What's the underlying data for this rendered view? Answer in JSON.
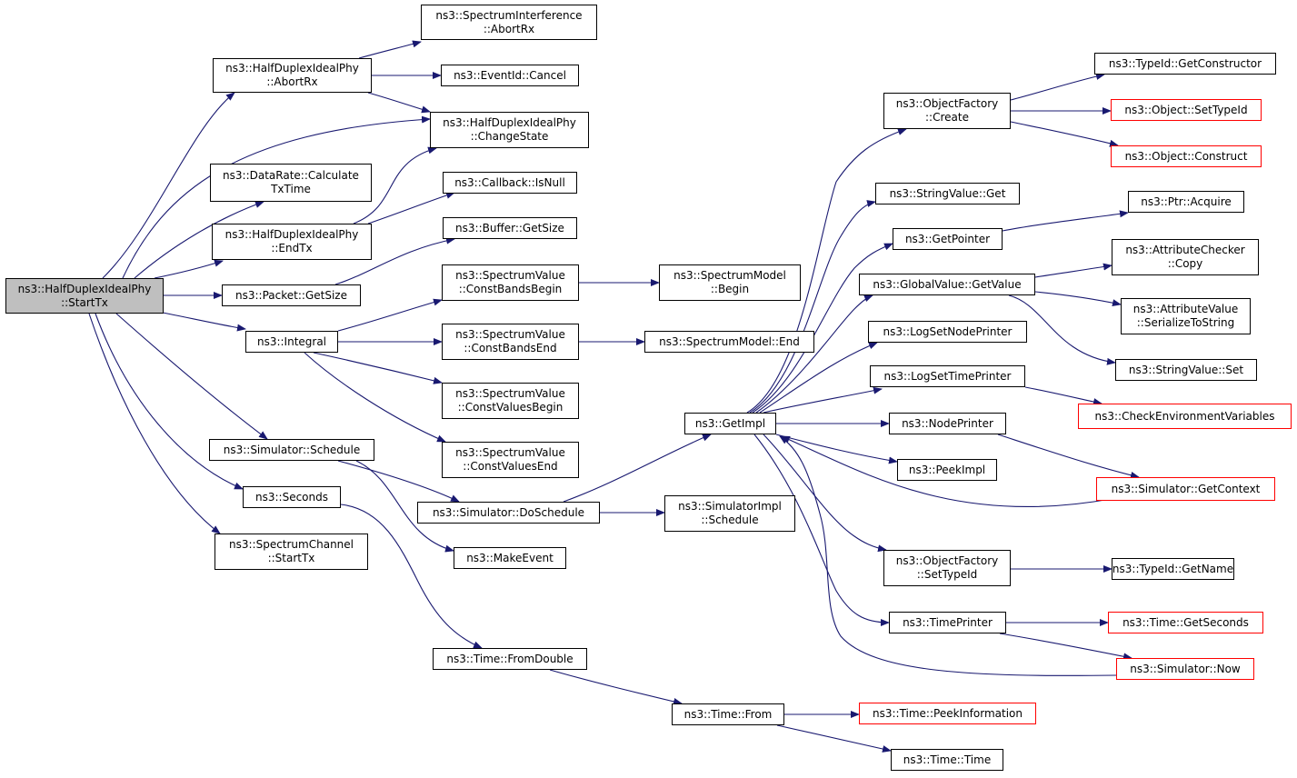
{
  "colors": {
    "edge": "#191970",
    "border": "#000000",
    "truncated_border": "#ff0000",
    "root_fill": "#bfbfbf",
    "fill": "#ffffff"
  },
  "nodes": [
    {
      "id": "starttx",
      "lines": [
        "ns3::HalfDuplexIdealPhy",
        "::StartTx"
      ],
      "root": true
    },
    {
      "id": "abortrx",
      "lines": [
        "ns3::HalfDuplexIdealPhy",
        "::AbortRx"
      ]
    },
    {
      "id": "calctx",
      "lines": [
        "ns3::DataRate::Calculate",
        "TxTime"
      ]
    },
    {
      "id": "endtx",
      "lines": [
        "ns3::HalfDuplexIdealPhy",
        "::EndTx"
      ]
    },
    {
      "id": "pktsize",
      "lines": [
        "ns3::Packet::GetSize"
      ]
    },
    {
      "id": "integral",
      "lines": [
        "ns3::Integral"
      ]
    },
    {
      "id": "simsched",
      "lines": [
        "ns3::Simulator::Schedule"
      ]
    },
    {
      "id": "seconds",
      "lines": [
        "ns3::Seconds"
      ]
    },
    {
      "id": "chanstart",
      "lines": [
        "ns3::SpectrumChannel",
        "::StartTx"
      ]
    },
    {
      "id": "intfabort",
      "lines": [
        "ns3::SpectrumInterference",
        "::AbortRx"
      ]
    },
    {
      "id": "cancel",
      "lines": [
        "ns3::EventId::Cancel"
      ]
    },
    {
      "id": "chstate",
      "lines": [
        "ns3::HalfDuplexIdealPhy",
        "::ChangeState"
      ]
    },
    {
      "id": "isnull",
      "lines": [
        "ns3::Callback::IsNull"
      ]
    },
    {
      "id": "bufsize",
      "lines": [
        "ns3::Buffer::GetSize"
      ]
    },
    {
      "id": "cbb",
      "lines": [
        "ns3::SpectrumValue",
        "::ConstBandsBegin"
      ]
    },
    {
      "id": "cbe",
      "lines": [
        "ns3::SpectrumValue",
        "::ConstBandsEnd"
      ]
    },
    {
      "id": "cvb",
      "lines": [
        "ns3::SpectrumValue",
        "::ConstValuesBegin"
      ]
    },
    {
      "id": "cve",
      "lines": [
        "ns3::SpectrumValue",
        "::ConstValuesEnd"
      ]
    },
    {
      "id": "dosched",
      "lines": [
        "ns3::Simulator::DoSchedule"
      ]
    },
    {
      "id": "mkevent",
      "lines": [
        "ns3::MakeEvent"
      ]
    },
    {
      "id": "fromdbl",
      "lines": [
        "ns3::Time::FromDouble"
      ]
    },
    {
      "id": "smbegin",
      "lines": [
        "ns3::SpectrumModel",
        "::Begin"
      ]
    },
    {
      "id": "smend",
      "lines": [
        "ns3::SpectrumModel::End"
      ]
    },
    {
      "id": "implsched",
      "lines": [
        "ns3::SimulatorImpl",
        "::Schedule"
      ]
    },
    {
      "id": "timefrom",
      "lines": [
        "ns3::Time::From"
      ]
    },
    {
      "id": "getimpl",
      "lines": [
        "ns3::GetImpl"
      ]
    },
    {
      "id": "ofcreate",
      "lines": [
        "ns3::ObjectFactory",
        "::Create"
      ]
    },
    {
      "id": "svget",
      "lines": [
        "ns3::StringValue::Get"
      ]
    },
    {
      "id": "getptr",
      "lines": [
        "ns3::GetPointer"
      ]
    },
    {
      "id": "gvget",
      "lines": [
        "ns3::GlobalValue::GetValue"
      ]
    },
    {
      "id": "lognode",
      "lines": [
        "ns3::LogSetNodePrinter"
      ]
    },
    {
      "id": "logtime",
      "lines": [
        "ns3::LogSetTimePrinter"
      ]
    },
    {
      "id": "nodeprinter",
      "lines": [
        "ns3::NodePrinter"
      ]
    },
    {
      "id": "peekimpl",
      "lines": [
        "ns3::PeekImpl"
      ]
    },
    {
      "id": "ofsettid",
      "lines": [
        "ns3::ObjectFactory",
        "::SetTypeId"
      ]
    },
    {
      "id": "timeprinter",
      "lines": [
        "ns3::TimePrinter"
      ]
    },
    {
      "id": "peekinfo",
      "lines": [
        "ns3::Time::PeekInformation"
      ],
      "truncated": true
    },
    {
      "id": "timetime",
      "lines": [
        "ns3::Time::Time"
      ]
    },
    {
      "id": "getctor",
      "lines": [
        "ns3::TypeId::GetConstructor"
      ]
    },
    {
      "id": "objsettid",
      "lines": [
        "ns3::Object::SetTypeId"
      ],
      "truncated": true
    },
    {
      "id": "objconstruct",
      "lines": [
        "ns3::Object::Construct"
      ],
      "truncated": true
    },
    {
      "id": "ptracq",
      "lines": [
        "ns3::Ptr::Acquire"
      ]
    },
    {
      "id": "acopy",
      "lines": [
        "ns3::AttributeChecker",
        "::Copy"
      ]
    },
    {
      "id": "aser",
      "lines": [
        "ns3::AttributeValue",
        "::SerializeToString"
      ]
    },
    {
      "id": "svset",
      "lines": [
        "ns3::StringValue::Set"
      ]
    },
    {
      "id": "chkenv",
      "lines": [
        "ns3::CheckEnvironmentVariables"
      ],
      "truncated": true
    },
    {
      "id": "getctx",
      "lines": [
        "ns3::Simulator::GetContext"
      ],
      "truncated": true
    },
    {
      "id": "getname",
      "lines": [
        "ns3::TypeId::GetName"
      ]
    },
    {
      "id": "getsecs",
      "lines": [
        "ns3::Time::GetSeconds"
      ],
      "truncated": true
    },
    {
      "id": "simnow",
      "lines": [
        "ns3::Simulator::Now"
      ],
      "truncated": true
    }
  ],
  "edges": [
    [
      "starttx",
      "abortrx"
    ],
    [
      "starttx",
      "chstate"
    ],
    [
      "starttx",
      "calctx"
    ],
    [
      "starttx",
      "endtx"
    ],
    [
      "starttx",
      "pktsize"
    ],
    [
      "starttx",
      "integral"
    ],
    [
      "starttx",
      "simsched"
    ],
    [
      "starttx",
      "seconds"
    ],
    [
      "starttx",
      "chanstart"
    ],
    [
      "abortrx",
      "intfabort"
    ],
    [
      "abortrx",
      "cancel"
    ],
    [
      "abortrx",
      "chstate"
    ],
    [
      "endtx",
      "chstate"
    ],
    [
      "endtx",
      "isnull"
    ],
    [
      "pktsize",
      "bufsize"
    ],
    [
      "integral",
      "cbb"
    ],
    [
      "integral",
      "cbe"
    ],
    [
      "integral",
      "cvb"
    ],
    [
      "integral",
      "cve"
    ],
    [
      "simsched",
      "dosched"
    ],
    [
      "simsched",
      "mkevent"
    ],
    [
      "seconds",
      "fromdbl"
    ],
    [
      "cbb",
      "smbegin"
    ],
    [
      "cbe",
      "smend"
    ],
    [
      "dosched",
      "getimpl"
    ],
    [
      "dosched",
      "implsched"
    ],
    [
      "fromdbl",
      "timefrom"
    ],
    [
      "timefrom",
      "peekinfo"
    ],
    [
      "timefrom",
      "timetime"
    ],
    [
      "getimpl",
      "ofcreate"
    ],
    [
      "getimpl",
      "svget"
    ],
    [
      "getimpl",
      "getptr"
    ],
    [
      "getimpl",
      "gvget"
    ],
    [
      "getimpl",
      "lognode"
    ],
    [
      "getimpl",
      "logtime"
    ],
    [
      "getimpl",
      "nodeprinter"
    ],
    [
      "getimpl",
      "peekimpl"
    ],
    [
      "getimpl",
      "ofsettid"
    ],
    [
      "getimpl",
      "timeprinter"
    ],
    [
      "ofcreate",
      "getctor"
    ],
    [
      "ofcreate",
      "objsettid"
    ],
    [
      "ofcreate",
      "objconstruct"
    ],
    [
      "getptr",
      "ptracq"
    ],
    [
      "gvget",
      "acopy"
    ],
    [
      "gvget",
      "aser"
    ],
    [
      "gvget",
      "svset"
    ],
    [
      "logtime",
      "chkenv"
    ],
    [
      "nodeprinter",
      "getctx"
    ],
    [
      "getctx",
      "getimpl"
    ],
    [
      "ofsettid",
      "getname"
    ],
    [
      "timeprinter",
      "getsecs"
    ],
    [
      "timeprinter",
      "simnow"
    ],
    [
      "simnow",
      "getimpl"
    ]
  ]
}
